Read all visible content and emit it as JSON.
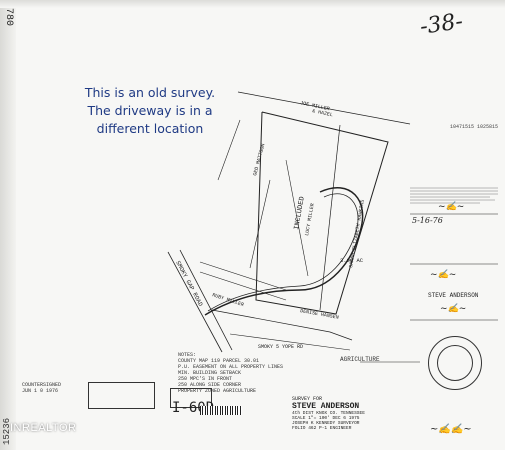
{
  "side_number_top": "780",
  "side_number_bottom": "15236",
  "sheet_number": "38",
  "note_lines": [
    "This is an old survey.",
    "The driveway is in a",
    "different location"
  ],
  "stamp_number": "10471515 1025815",
  "owners": {
    "top_owner": "JOE MILLER",
    "top_owner_line2": "& HAZEL",
    "left_owner": "GEO MATTSON",
    "right_owner": "SARAH ELIZABETH HAWKINS",
    "road_name": "SMOKY GAP ROAD",
    "lower_road": "SMOKY 5 YOPE RD",
    "lower_owner": "RUBY MILLER",
    "bottom_owner": "DENISE HANSEN"
  },
  "area": {
    "acres_text": "3.90 AC",
    "inc_text": "INCLUDED",
    "inc_line2": "LUCY MILLER"
  },
  "notes_block": {
    "heading": "NOTES:",
    "lines": [
      "COUNTY MAP 119 PARCEL 30.01",
      "P.U. EASEMENT ON ALL PROPERTY LINES",
      "MIN. BUILDING SETBACK",
      "250 MPC'S IN FRONT",
      "250 ALONG SIDE CORNER",
      "PROPERTY ZONED AGRICULTURE"
    ],
    "agric": "AGRICULTURE"
  },
  "stamp_anderson": "STEVE ANDERSON",
  "approved_date": "5-16-76",
  "survey_block": {
    "survey_for": "SURVEY FOR",
    "name": "STEVE ANDERSON",
    "line1": "4th DIST   KNOX CO. TENNESSEE",
    "line2": "SCALE 1\"= 100'      DEC 6 1975",
    "line3": "JOSEPH K KENNEDY  SURVEYOR",
    "line4": "FOLIO 462 P-1  ENGINEER"
  },
  "stamp_counter": "COUNTERSIGNED",
  "stamp_counter_date": "JUN 1 0 1976",
  "lot_label": "I-60D",
  "logo_text": "INREALTOR",
  "colors": {
    "note_blue": "#1f3a84",
    "ink": "#222222",
    "paper": "#f7f7f5"
  }
}
